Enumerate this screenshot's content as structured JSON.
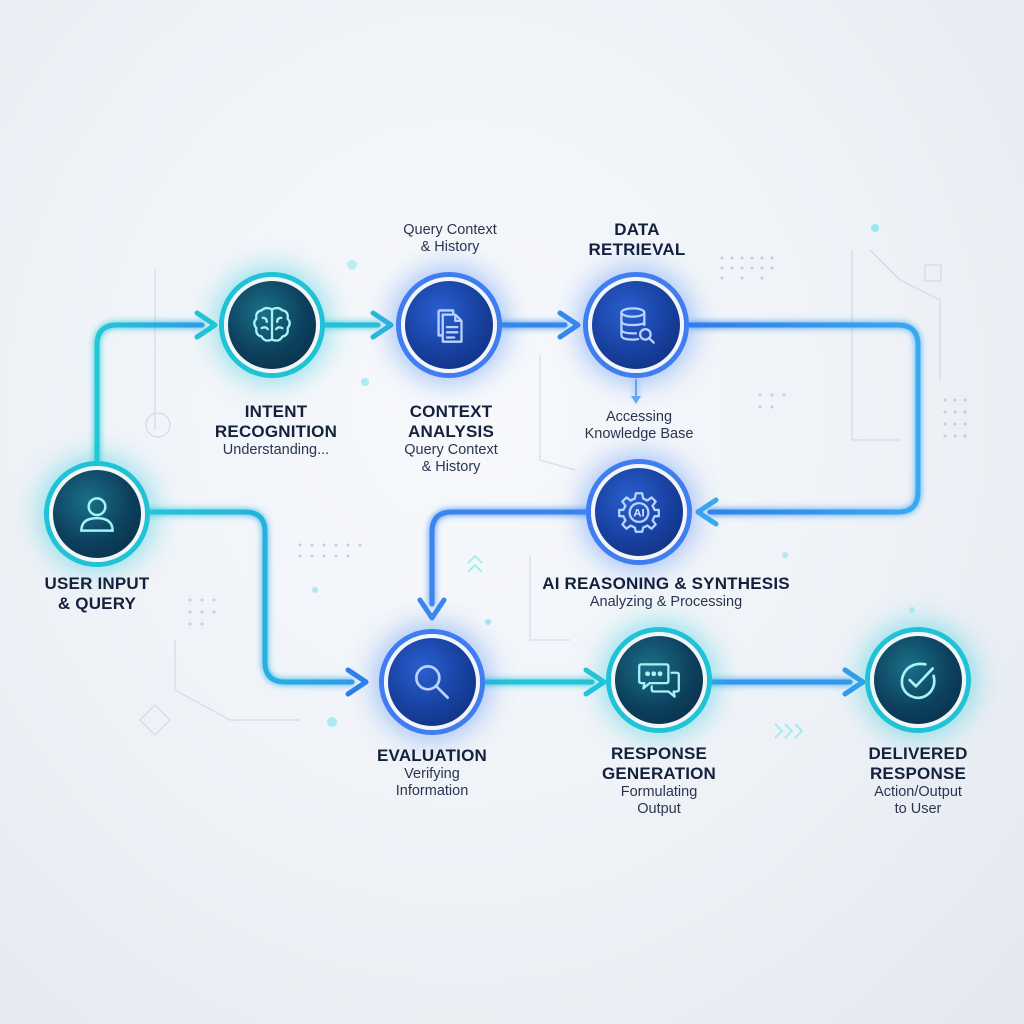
{
  "colors": {
    "teal": "#22c4d8",
    "blue": "#3d7cf0",
    "text": "#13213d"
  },
  "nodes": {
    "user_input": {
      "icon": "user-icon",
      "title_1": "USER INPUT",
      "title_2": "& QUERY"
    },
    "intent": {
      "icon": "brain-icon",
      "title_1": "INTENT",
      "title_2": "RECOGNITION",
      "sub_1": "Understanding..."
    },
    "context": {
      "icon": "documents-icon",
      "top_1": "Query Context",
      "top_2": "& History",
      "title_1": "CONTEXT",
      "title_2": "ANALYSIS",
      "sub_1": "Query Context",
      "sub_2": "& History"
    },
    "retrieval": {
      "icon": "database-search-icon",
      "title_1": "DATA",
      "title_2": "RETRIEVAL",
      "sub_1": "Accessing",
      "sub_2": "Knowledge Base"
    },
    "reasoning": {
      "icon": "ai-gear-icon",
      "gear_text": "AI",
      "title_1": "AI REASONING & SYNTHESIS",
      "sub_1": "Analyzing & Processing"
    },
    "evaluation": {
      "icon": "magnifier-icon",
      "title_1": "EVALUATION",
      "sub_1": "Verifying",
      "sub_2": "Information"
    },
    "response": {
      "icon": "chat-bubbles-icon",
      "title_1": "RESPONSE",
      "title_2": "GENERATION",
      "sub_1": "Formulating",
      "sub_2": "Output"
    },
    "delivered": {
      "icon": "checkmark-icon",
      "title_1": "DELIVERED",
      "title_2": "RESPONSE",
      "sub_1": "Action/Output",
      "sub_2": "to User"
    }
  }
}
